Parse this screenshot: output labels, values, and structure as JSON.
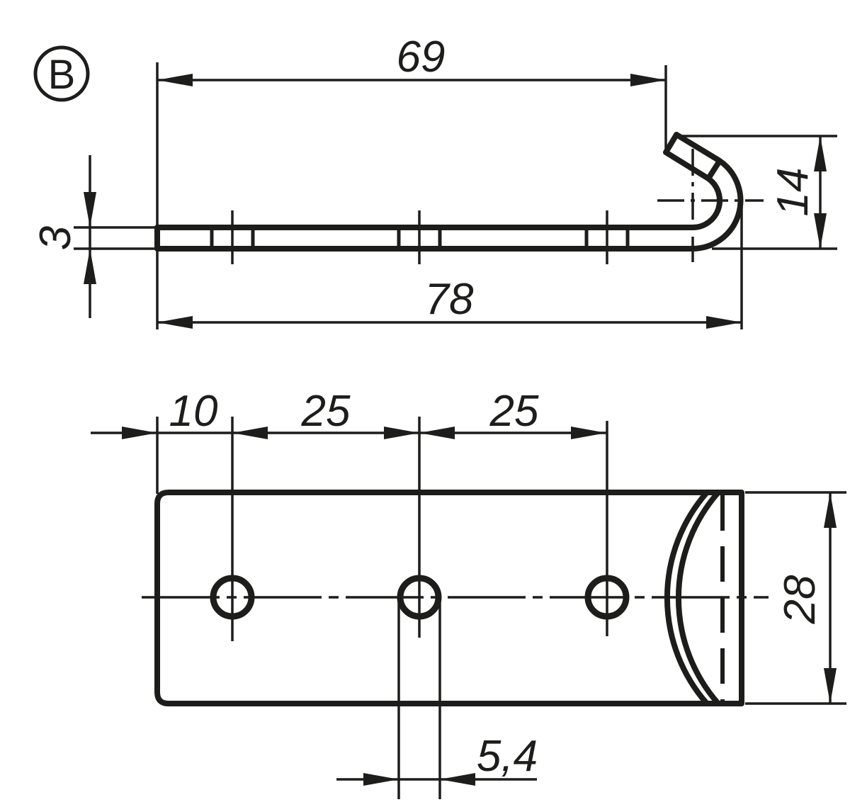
{
  "page": {
    "background": "#ffffff"
  },
  "drawing": {
    "type": "technical-drawing",
    "view_label": "B",
    "line_color": "#1d1d1b",
    "side_view": {
      "length_to_hook": "69",
      "total_length": "78",
      "hook_height": "14",
      "material_thickness": "3"
    },
    "top_view": {
      "edge_to_first_hole": "10",
      "hole_spacing_1": "25",
      "hole_spacing_2": "25",
      "plate_width": "28",
      "hole_diameter": "5,4"
    }
  }
}
